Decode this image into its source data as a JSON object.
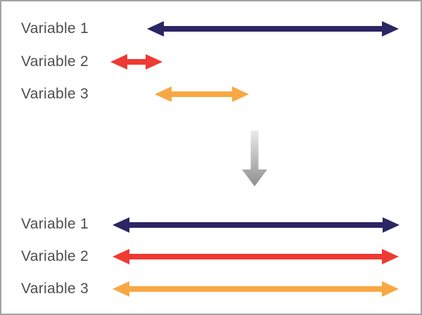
{
  "colors": {
    "navy": "#2b2664",
    "red": "#ee3a33",
    "orange": "#f8a843",
    "arrow_gradient_top": "#e9e9e9",
    "arrow_gradient_bottom": "#8f8f8f",
    "label_text": "#4d4d4d",
    "frame_border": "#a3a3a3"
  },
  "before": {
    "rows": [
      {
        "label": "Variable 1"
      },
      {
        "label": "Variable 2"
      },
      {
        "label": "Variable 3"
      }
    ]
  },
  "after": {
    "rows": [
      {
        "label": "Variable 1"
      },
      {
        "label": "Variable 2"
      },
      {
        "label": "Variable 3"
      }
    ]
  },
  "icons": {
    "transform_arrow": "down-arrow-icon"
  }
}
